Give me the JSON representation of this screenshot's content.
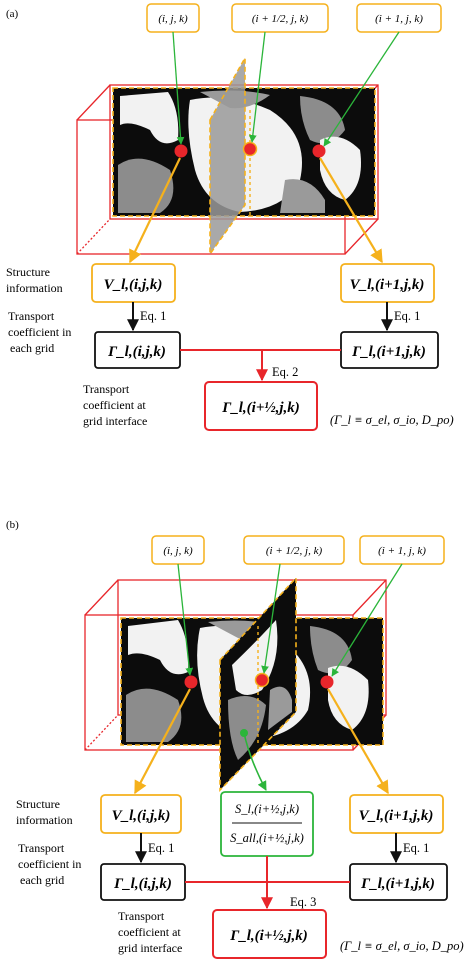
{
  "panel_a": {
    "label": "(a)",
    "callouts": {
      "left": "(i, j, k)",
      "mid": "(i + 1/2, j, k)",
      "right": "(i + 1, j, k)"
    },
    "side_labels": {
      "structure": [
        "Structure",
        "information"
      ],
      "transport": [
        "Transport",
        "coefficient in",
        "each grid"
      ],
      "interface": [
        "Transport",
        "coefficient at",
        "grid interface"
      ]
    },
    "boxes": {
      "v_left": "V_l,(i,j,k)",
      "v_right": "V_l,(i+1,j,k)",
      "g_left": "Γ_l,(i,j,k)",
      "g_right": "Γ_l,(i+1,j,k)",
      "g_interface": "Γ_l,(i+½,j,k)"
    },
    "equations": {
      "left": "Eq. 1",
      "right": "Eq. 1",
      "interface": "Eq. 2"
    },
    "definition": "(Γ_l ≡ σ_el, σ_io, D_po)"
  },
  "panel_b": {
    "label": "(b)",
    "callouts": {
      "left": "(i, j, k)",
      "mid": "(i + 1/2, j, k)",
      "right": "(i + 1, j, k)"
    },
    "side_labels": {
      "structure": [
        "Structure",
        "information"
      ],
      "transport": [
        "Transport",
        "coefficient in",
        "each grid"
      ],
      "interface": [
        "Transport",
        "coefficient at",
        "grid interface"
      ]
    },
    "boxes": {
      "v_left": "V_l,(i,j,k)",
      "v_right": "V_l,(i+1,j,k)",
      "s_ratio_num": "S_l,(i+½,j,k)",
      "s_ratio_den": "S_all,(i+½,j,k)",
      "g_left": "Γ_l,(i,j,k)",
      "g_right": "Γ_l,(i+1,j,k)",
      "g_interface": "Γ_l,(i+½,j,k)"
    },
    "equations": {
      "left": "Eq. 1",
      "right": "Eq. 1",
      "interface": "Eq. 3"
    },
    "definition": "(Γ_l ≡ σ_el, σ_io, D_po)"
  },
  "colors": {
    "orange": "#f5b11c",
    "red": "#e8262b",
    "green": "#2bb53a",
    "dark": "#111111",
    "gray": "#8c8c8c"
  }
}
